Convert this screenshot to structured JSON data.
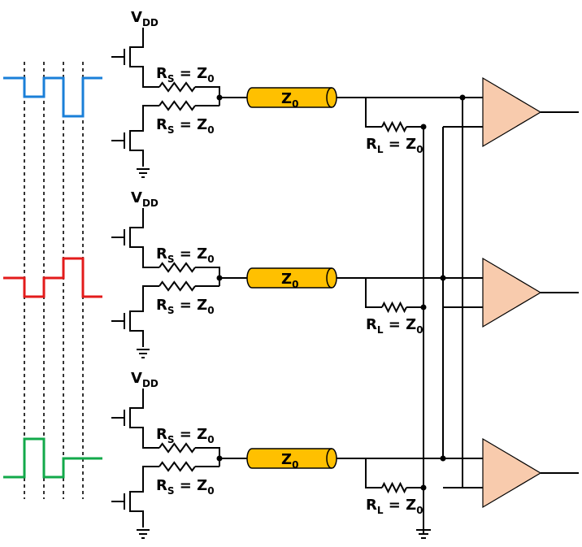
{
  "labels": {
    "vdd_main": "V",
    "vdd_sub": "DD",
    "rs_main": "R",
    "rs_sub": "S",
    "rl_main": "R",
    "rl_sub": "L",
    "eq": " = Z",
    "z_sub": "0",
    "line_main": "Z",
    "line_sub": "0"
  },
  "colors": {
    "signal_1": "#1a7fd8",
    "signal_2": "#e31b1b",
    "signal_3": "#12a94a",
    "transmission_line": "#ffc000",
    "receiver": "#f8cbad"
  },
  "stages": [
    {
      "id": "stage-1",
      "signal_color_key": "signal_1"
    },
    {
      "id": "stage-2",
      "signal_color_key": "signal_2"
    },
    {
      "id": "stage-3",
      "signal_color_key": "signal_3"
    }
  ]
}
